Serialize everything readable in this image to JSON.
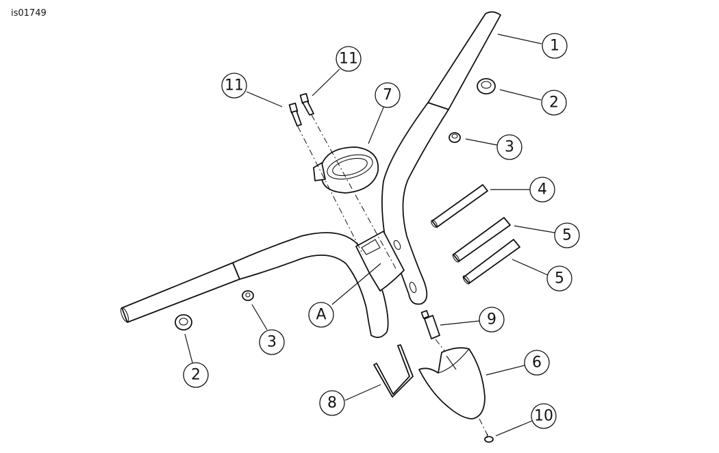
{
  "figure_id": "is01749",
  "callouts": [
    {
      "label": "1"
    },
    {
      "label": "2"
    },
    {
      "label": "3"
    },
    {
      "label": "4"
    },
    {
      "label": "5"
    },
    {
      "label": "5"
    },
    {
      "label": "6"
    },
    {
      "label": "7"
    },
    {
      "label": "8"
    },
    {
      "label": "9"
    },
    {
      "label": "10"
    },
    {
      "label": "11"
    },
    {
      "label": "11"
    },
    {
      "label": "2"
    },
    {
      "label": "3"
    },
    {
      "label": "A"
    }
  ]
}
